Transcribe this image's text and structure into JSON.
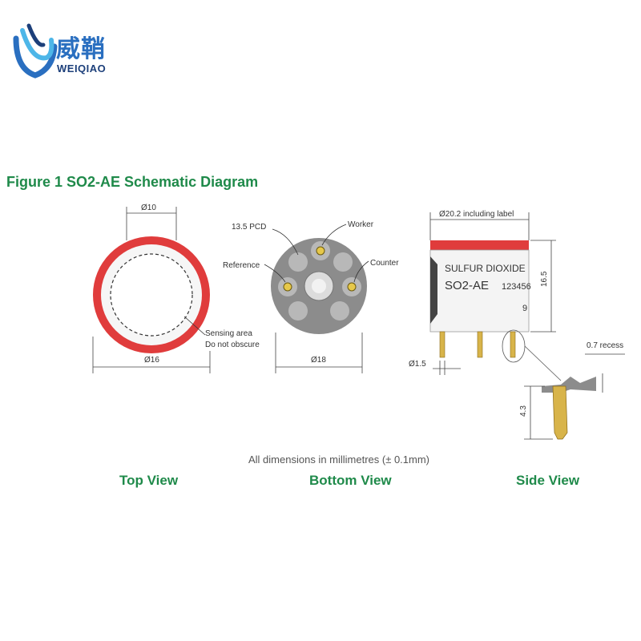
{
  "logo": {
    "brand_cn": "威鞘",
    "brand_en": "WEIQIAO"
  },
  "figure": {
    "title": "Figure 1 SO2-AE  Schematic Diagram",
    "note": "All dimensions in millimetres (± 0.1mm)"
  },
  "top_view": {
    "label": "Top View",
    "dim_inner": "Ø10",
    "dim_outer": "Ø16",
    "sensing_line1": "Sensing area",
    "sensing_line2": "Do not obscure"
  },
  "bottom_view": {
    "label": "Bottom View",
    "pcd": "13.5 PCD",
    "worker": "Worker",
    "reference": "Reference",
    "counter": "Counter",
    "dim_outer": "Ø18"
  },
  "side_view": {
    "label": "Side View",
    "dim_width": "Ø20.2 including label",
    "dim_height": "16.5",
    "dim_pin": "Ø1.5",
    "recess": "0.7 recess",
    "pin_length": "4.3",
    "label_line1": "SULFUR DIOXIDE",
    "label_line2": "SO2-AE",
    "label_serial": "123456"
  },
  "colors": {
    "accent_green": "#1f8a4a",
    "ring_red": "#e03c3c",
    "body_gray": "#8c8c8c",
    "pin_gold": "#d8b44a"
  }
}
